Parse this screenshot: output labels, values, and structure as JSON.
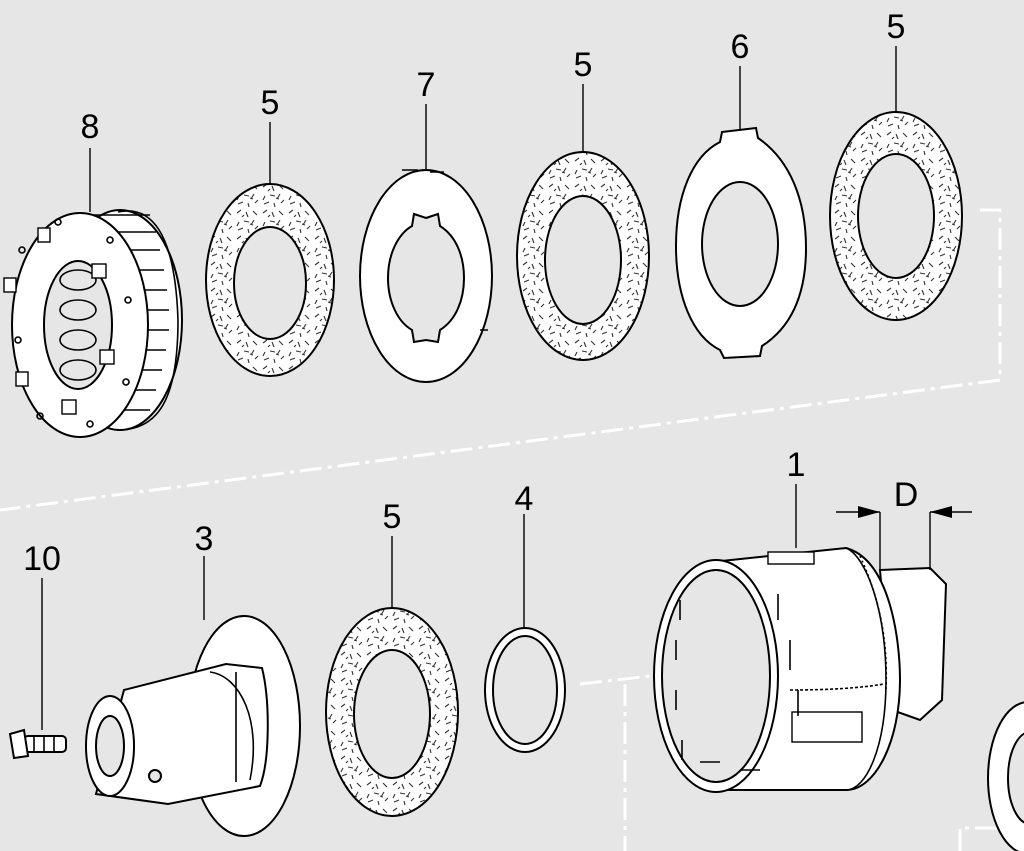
{
  "labels": {
    "l8": "8",
    "l5a": "5",
    "l7": "7",
    "l5b": "5",
    "l6": "6",
    "l5c": "5",
    "l1": "1",
    "dim": "D",
    "l4": "4",
    "l5d": "5",
    "l3": "3",
    "l10": "10"
  }
}
